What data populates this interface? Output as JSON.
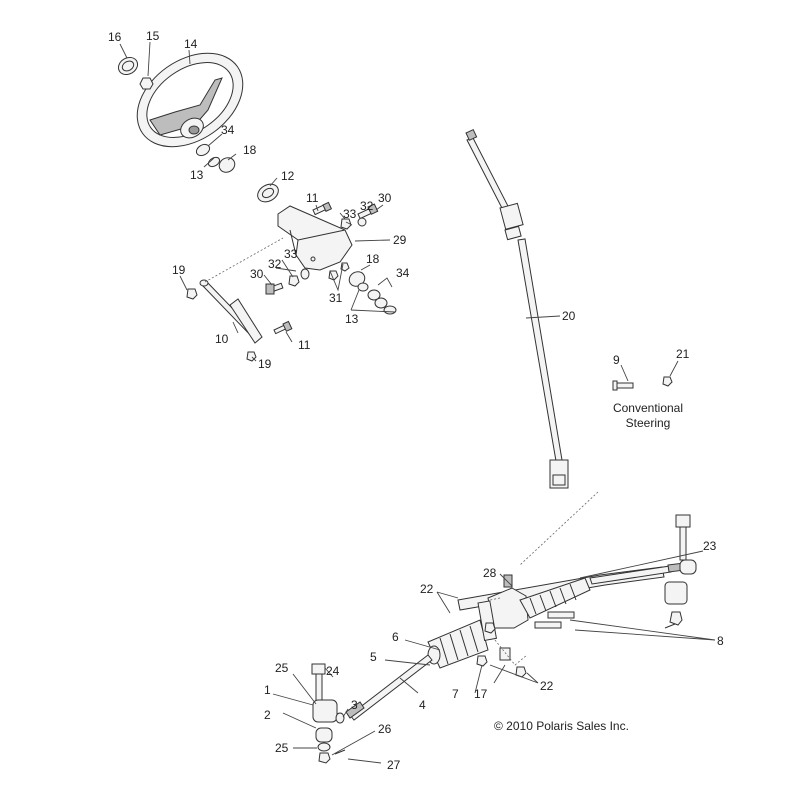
{
  "diagram": {
    "title": "Steering Assembly Exploded View",
    "note_lines": [
      "Conventional",
      "Steering"
    ],
    "copyright": "© 2010 Polaris Sales Inc.",
    "callouts": [
      {
        "id": "c16",
        "label": "16"
      },
      {
        "id": "c15",
        "label": "15"
      },
      {
        "id": "c14",
        "label": "14"
      },
      {
        "id": "c34a",
        "label": "34"
      },
      {
        "id": "c18a",
        "label": "18"
      },
      {
        "id": "c13a",
        "label": "13"
      },
      {
        "id": "c12",
        "label": "12"
      },
      {
        "id": "c11a",
        "label": "11"
      },
      {
        "id": "c33a",
        "label": "33"
      },
      {
        "id": "c32a",
        "label": "32"
      },
      {
        "id": "c30a",
        "label": "30"
      },
      {
        "id": "c29",
        "label": "29"
      },
      {
        "id": "c19a",
        "label": "19"
      },
      {
        "id": "c33b",
        "label": "33"
      },
      {
        "id": "c32b",
        "label": "32"
      },
      {
        "id": "c30b",
        "label": "30"
      },
      {
        "id": "c18b",
        "label": "18"
      },
      {
        "id": "c34b",
        "label": "34"
      },
      {
        "id": "c31",
        "label": "31"
      },
      {
        "id": "c13b",
        "label": "13"
      },
      {
        "id": "c10",
        "label": "10"
      },
      {
        "id": "c11b",
        "label": "11"
      },
      {
        "id": "c19b",
        "label": "19"
      },
      {
        "id": "c20",
        "label": "20"
      },
      {
        "id": "c9",
        "label": "9"
      },
      {
        "id": "c21",
        "label": "21"
      },
      {
        "id": "c23",
        "label": "23"
      },
      {
        "id": "c28",
        "label": "28"
      },
      {
        "id": "c22a",
        "label": "22"
      },
      {
        "id": "c6",
        "label": "6"
      },
      {
        "id": "c5",
        "label": "5"
      },
      {
        "id": "c8",
        "label": "8"
      },
      {
        "id": "c24",
        "label": "24"
      },
      {
        "id": "c25a",
        "label": "25"
      },
      {
        "id": "c1",
        "label": "1"
      },
      {
        "id": "c3",
        "label": "3"
      },
      {
        "id": "c7",
        "label": "7"
      },
      {
        "id": "c17",
        "label": "17"
      },
      {
        "id": "c22b",
        "label": "22"
      },
      {
        "id": "c2",
        "label": "2"
      },
      {
        "id": "c4",
        "label": "4"
      },
      {
        "id": "c26",
        "label": "26"
      },
      {
        "id": "c25b",
        "label": "25"
      },
      {
        "id": "c27",
        "label": "27"
      }
    ]
  }
}
